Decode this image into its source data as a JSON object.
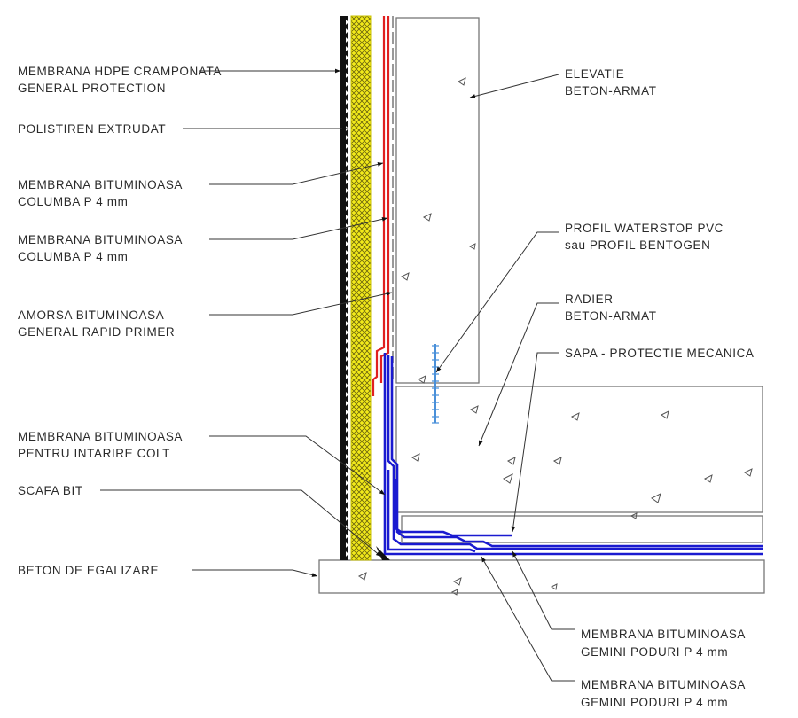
{
  "labels_left": [
    {
      "lines": [
        "MEMBRANA HDPE CRAMPONATA",
        "GENERAL PROTECTION"
      ]
    },
    {
      "lines": [
        "POLISTIREN EXTRUDAT"
      ]
    },
    {
      "lines": [
        "MEMBRANA BITUMINOASA",
        "COLUMBA P 4 mm"
      ]
    },
    {
      "lines": [
        "MEMBRANA BITUMINOASA",
        "COLUMBA P 4 mm"
      ]
    },
    {
      "lines": [
        "AMORSA BITUMINOASA",
        "GENERAL RAPID PRIMER"
      ]
    },
    {
      "lines": [
        "MEMBRANA BITUMINOASA",
        "PENTRU INTARIRE COLT"
      ]
    },
    {
      "lines": [
        "SCAFA BIT"
      ]
    },
    {
      "lines": [
        "BETON DE EGALIZARE"
      ]
    }
  ],
  "labels_right": [
    {
      "lines": [
        "ELEVATIE",
        "BETON-ARMAT"
      ]
    },
    {
      "lines": [
        "PROFIL WATERSTOP PVC",
        "sau PROFIL BENTOGEN"
      ]
    },
    {
      "lines": [
        "RADIER",
        "BETON-ARMAT"
      ]
    },
    {
      "lines": [
        "SAPA - PROTECTIE MECANICA"
      ]
    },
    {
      "lines": [
        "MEMBRANA BITUMINOASA",
        "GEMINI PODURI P 4 mm"
      ]
    },
    {
      "lines": [
        "MEMBRANA BITUMINOASA",
        "GEMINI PODURI P 4 mm"
      ]
    }
  ],
  "colors": {
    "hdpe": "#111111",
    "xps": "#f2ea1a",
    "columba_membrane": "#e02020",
    "gemini_membrane": "#1a1ad0",
    "waterstop": "#4a90d9"
  }
}
